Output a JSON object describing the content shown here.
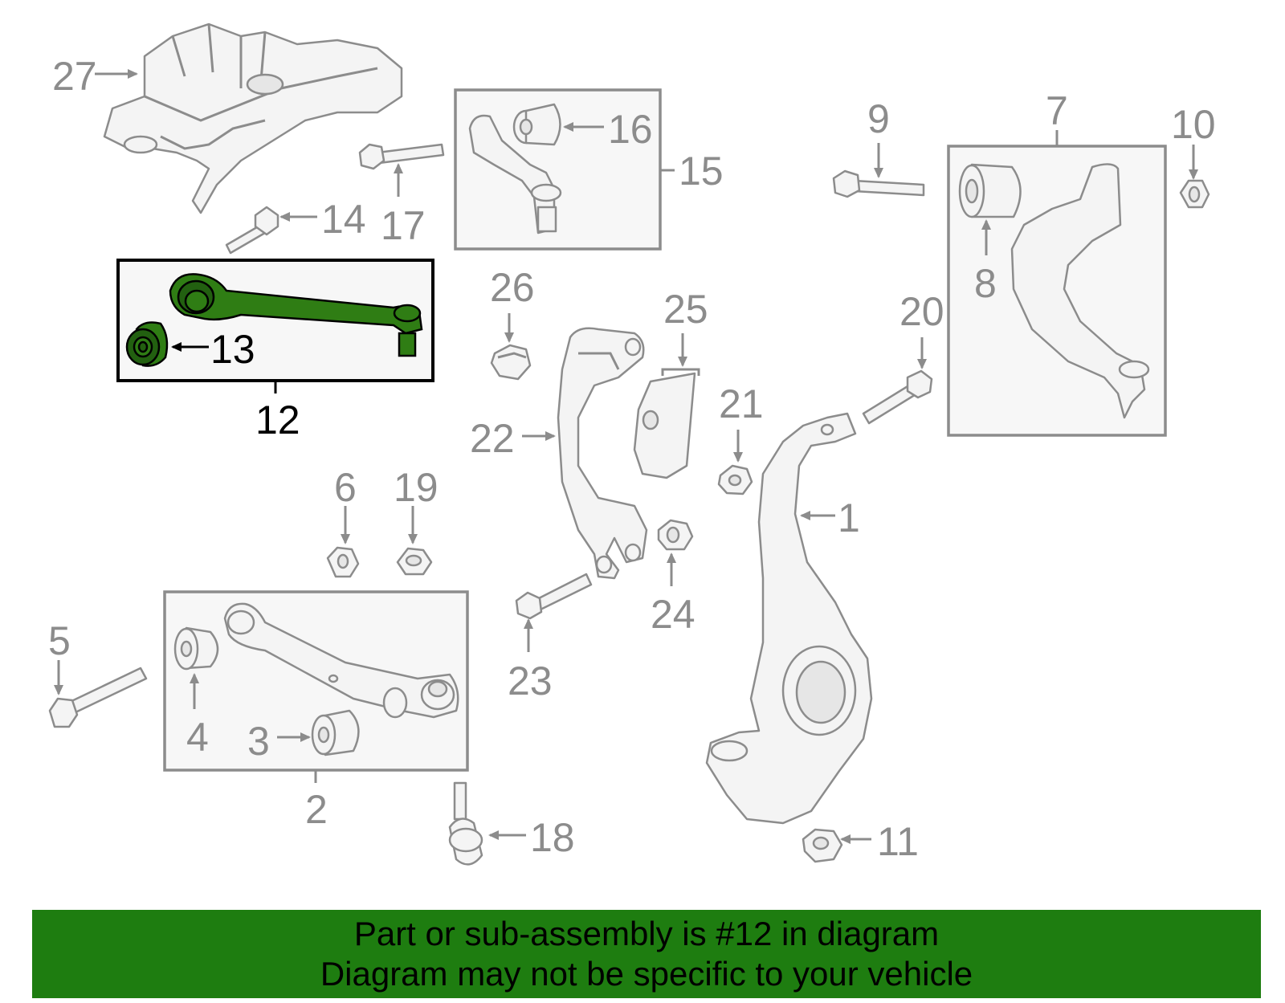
{
  "diagram": {
    "labels": {
      "p1": "1",
      "p2": "2",
      "p3": "3",
      "p4": "4",
      "p5": "5",
      "p6": "6",
      "p7": "7",
      "p8": "8",
      "p9": "9",
      "p10": "10",
      "p11": "11",
      "p12": "12",
      "p13": "13",
      "p14": "14",
      "p15": "15",
      "p16": "16",
      "p17": "17",
      "p18": "18",
      "p19": "19",
      "p20": "20",
      "p21": "21",
      "p22": "22",
      "p23": "23",
      "p24": "24",
      "p25": "25",
      "p26": "26",
      "p27": "27"
    },
    "highlighted_part": "12",
    "colors": {
      "highlight": "#2f7d14",
      "line": "#8c8c8c",
      "banner": "#1e7d10"
    }
  },
  "banner": {
    "line1": "Part or sub-assembly is #12 in diagram",
    "line2": "Diagram may not be specific to your vehicle"
  }
}
